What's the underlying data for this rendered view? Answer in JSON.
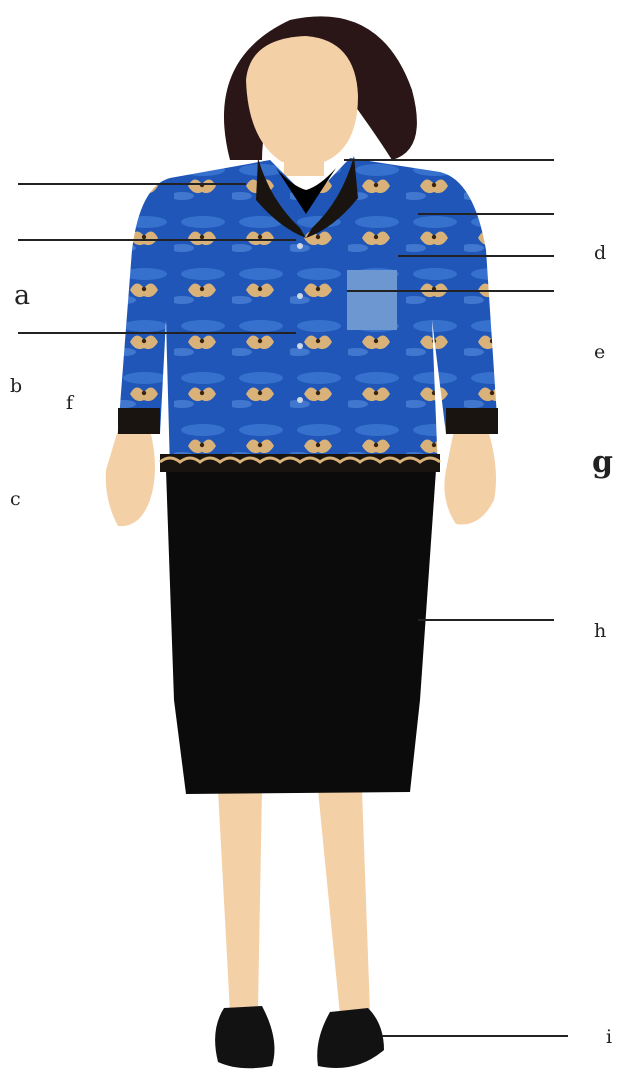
{
  "labels": {
    "a": "a",
    "b": "b",
    "c": "c",
    "d": "d",
    "e": "e",
    "f": "f",
    "g": "g",
    "h": "h",
    "i": "i"
  },
  "colors": {
    "hair": "#2a1616",
    "skin": "#f4d0a6",
    "jacket": "#1f56b8",
    "jacket_light": "#4b86e0",
    "batik_motif": "#d9b27a",
    "trim_dark": "#1a1410",
    "pocket": "#6c97d0",
    "skirt": "#0b0b0b",
    "shoes": "#121212",
    "leader_line": "#222222"
  }
}
